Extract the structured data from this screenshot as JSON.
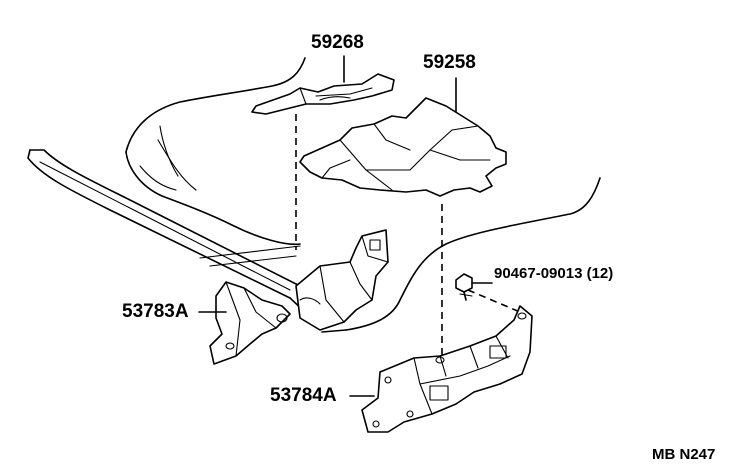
{
  "diagram": {
    "parts": [
      {
        "id": "p1",
        "number": "59268"
      },
      {
        "id": "p2",
        "number": "59258"
      },
      {
        "id": "p3",
        "number": "90467-09013 (12)"
      },
      {
        "id": "p4",
        "number": "53783A"
      },
      {
        "id": "p5",
        "number": "53784A"
      }
    ],
    "figure_code": "MB N247"
  }
}
